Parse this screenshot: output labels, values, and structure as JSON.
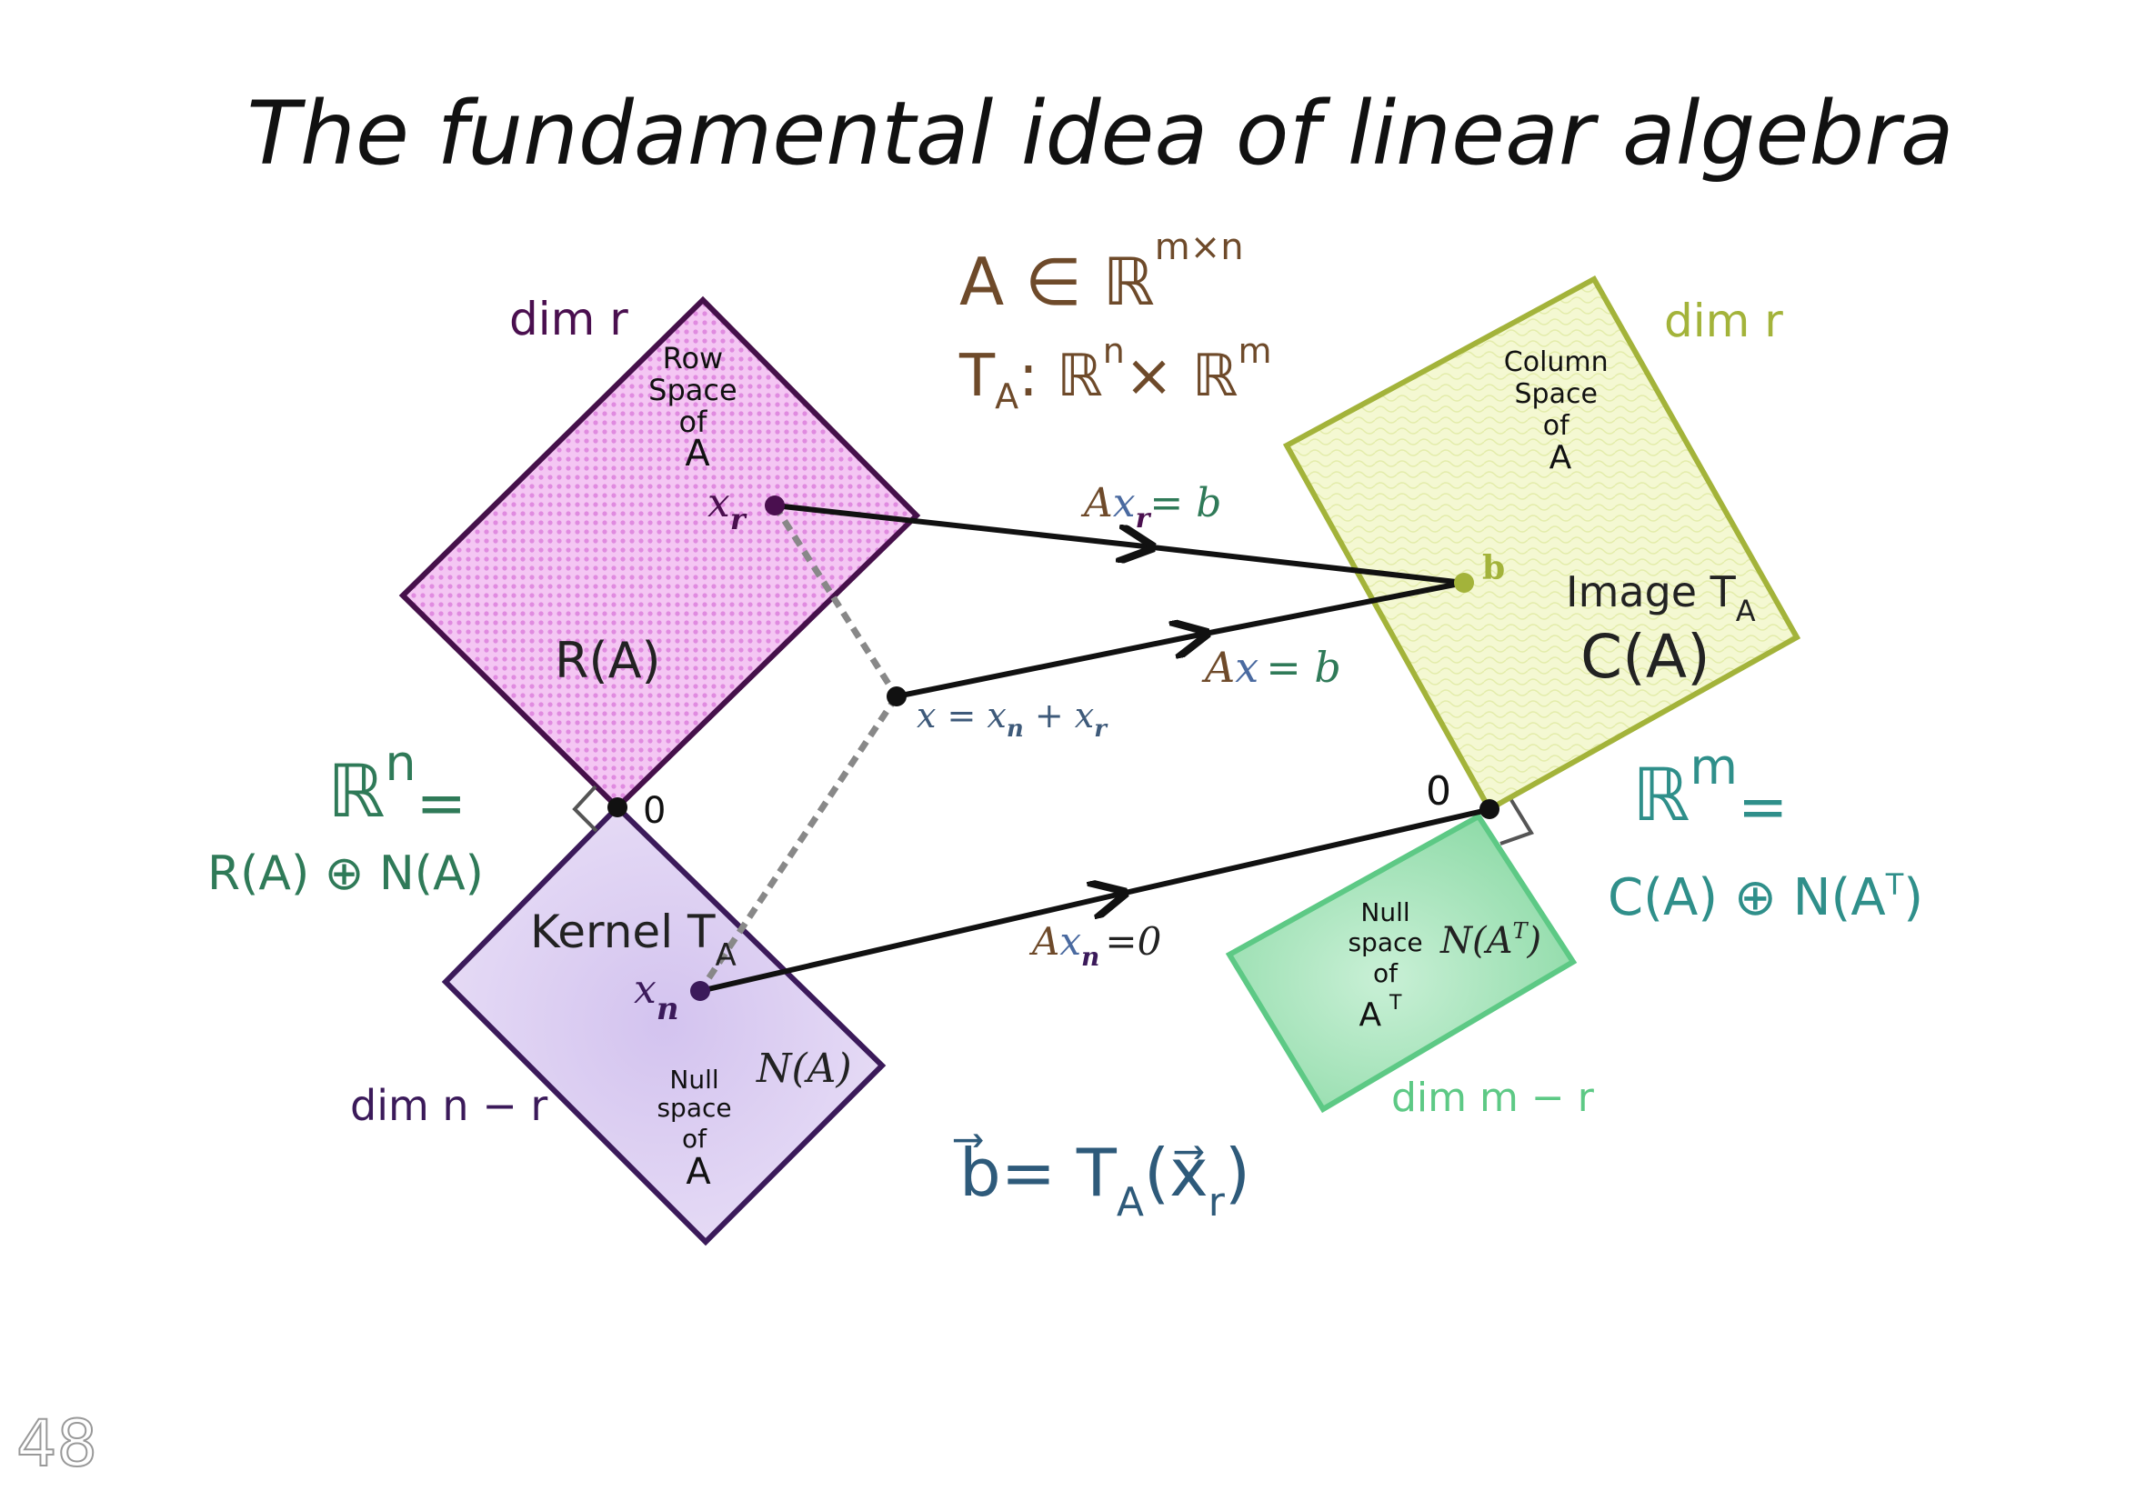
{
  "title": "The fundamental idea of linear algebra",
  "page_number": "48",
  "matrix": {
    "membership": "A ∈ ℝ",
    "membership_sup": "m×n",
    "map_prefix": "T",
    "map_sub": "A",
    "map_mid": ": ℝ",
    "map_sup_n": "n",
    "map_times": "× ℝ",
    "map_sup_m": "m"
  },
  "row_space": {
    "dim": "dim r",
    "lines": [
      "Row",
      "Space",
      "of",
      "A"
    ],
    "symbol": "R(A)",
    "point": "x",
    "point_sub": "r"
  },
  "null_space": {
    "dim": "dim n − r",
    "kernel": "Kernel T",
    "kernel_sub": "A",
    "lines": [
      "Null",
      "space",
      "of",
      "A"
    ],
    "symbol": "N(A)",
    "point": "x",
    "point_sub": "n"
  },
  "column_space": {
    "dim": "dim r",
    "lines": [
      "Column",
      "Space",
      "of",
      "A"
    ],
    "image": "Image T",
    "image_sub": "A",
    "symbol": "C(A)",
    "point": "b"
  },
  "left_null_space": {
    "dim": "dim m − r",
    "lines": [
      "Null",
      "space",
      "of",
      "A"
    ],
    "last_sup": "T",
    "symbol": "N(A",
    "symbol_sup": "T",
    "symbol_end": ")"
  },
  "domain": {
    "space": "ℝ",
    "space_sup": "n",
    "eq": "=",
    "decomp": "R(A) ⊕ N(A)",
    "origin": "0"
  },
  "codomain": {
    "space": "ℝ",
    "space_sup": "m",
    "eq": "=",
    "decomp": "C(A) ⊕ N(A",
    "decomp_sup": "T",
    "decomp_end": ")",
    "origin": "0"
  },
  "arrows": {
    "xr_label_a": "A",
    "xr_label_x": "x",
    "xr_label_sub": "r",
    "xr_label_eq": "= b",
    "x_label_a": "A",
    "x_label_x": "x",
    "x_label_eq": "= b",
    "xn_label_a": "A",
    "xn_label_x": "x",
    "xn_label_sub": "n",
    "xn_label_eq": "=0",
    "sum_label": "x = x",
    "sum_sub_n": "n",
    "sum_plus": " + x",
    "sum_sub_r": "r"
  },
  "bottom_eq": {
    "b": "b⃗",
    "eq": "= T",
    "sub": "A",
    "open": "(",
    "x": "x⃗",
    "x_sub": "r",
    "close": ")"
  },
  "colors": {
    "row_space": "#e79be6",
    "row_border": "#45104a",
    "null_space": "#ddd0f0",
    "null_border": "#3b1a5a",
    "column_space": "#f0f5c8",
    "column_border": "#a3b33a",
    "left_null": "#8fdca8",
    "left_null_border": "#5dc985",
    "domain_text": "#2f7a58",
    "codomain_text": "#2f8f8a",
    "matrix_text": "#6e4a2a",
    "bottom_eq": "#2e5a7a"
  }
}
